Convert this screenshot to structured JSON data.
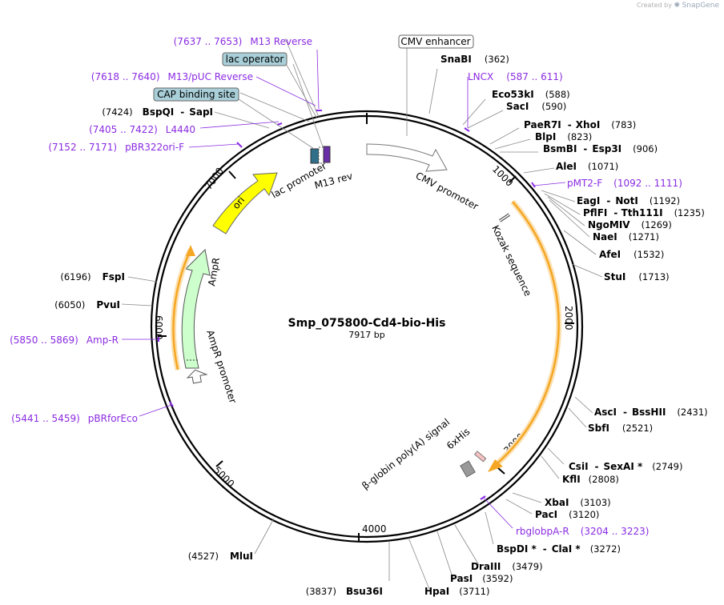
{
  "credit": {
    "prefix": "Created by",
    "brand": "SnapGene"
  },
  "plasmid": {
    "name": "Smp_075800-Cd4-bio-His",
    "size": "7917 bp"
  },
  "ticks": [
    "1000",
    "2000",
    "3000",
    "4000",
    "5000",
    "6000",
    "7000"
  ],
  "right_labels": [
    {
      "name": "SnaBI",
      "pos": "(362)"
    },
    {
      "name": "Eco53kI",
      "pos": "(588)"
    },
    {
      "name": "SacI",
      "pos": "(590)"
    },
    {
      "name": "PaeR7I",
      "sep": "-",
      "name2": "XhoI",
      "pos": "(783)"
    },
    {
      "name": "BlpI",
      "pos": "(823)"
    },
    {
      "name": "BsmBI",
      "sep": "-",
      "name2": "Esp3I",
      "pos": "(906)"
    },
    {
      "name": "AleI",
      "pos": "(1071)"
    },
    {
      "name": "EagI",
      "sep": "-",
      "name2": "NotI",
      "pos": "(1192)"
    },
    {
      "name": "PflFI",
      "sep": "-",
      "name2": "Tth111I",
      "pos": "(1235)"
    },
    {
      "name": "NgoMIV",
      "pos": "(1269)"
    },
    {
      "name": "NaeI",
      "pos": "(1271)"
    },
    {
      "name": "AfeI",
      "pos": "(1532)"
    },
    {
      "name": "StuI",
      "pos": "(1713)"
    },
    {
      "name": "AscI",
      "sep": "-",
      "name2": "BssHII",
      "pos": "(2431)"
    },
    {
      "name": "SbfI",
      "pos": "(2521)"
    },
    {
      "name": "CsiI",
      "sep": "-",
      "name2": "SexAI *",
      "pos": "(2749)"
    },
    {
      "name": "KflI",
      "pos": "(2808)"
    },
    {
      "name": "XbaI",
      "pos": "(3103)"
    },
    {
      "name": "PacI",
      "pos": "(3120)"
    },
    {
      "name": "BspDI *",
      "sep": "-",
      "name2": "ClaI *",
      "pos": "(3272)"
    },
    {
      "name": "DraIII",
      "pos": "(3479)"
    },
    {
      "name": "PasI",
      "pos": "(3592)"
    },
    {
      "name": "HpaI",
      "pos": "(3711)"
    }
  ],
  "left_labels": [
    {
      "pos": "(3837)",
      "name": "Bsu36I"
    },
    {
      "pos": "(4527)",
      "name": "MluI"
    },
    {
      "pos": "(6050)",
      "name": "PvuI"
    },
    {
      "pos": "(6196)",
      "name": "FspI"
    },
    {
      "pos": "(7424)",
      "name": "BspQI",
      "sep": "-",
      "name2": "SapI"
    }
  ],
  "primers": [
    {
      "range": "(7637 .. 7653)",
      "name": "M13 Reverse"
    },
    {
      "range": "(7618 .. 7640)",
      "name": "M13/pUC Reverse"
    },
    {
      "range": "(7405 .. 7422)",
      "name": "L4440"
    },
    {
      "range": "(7152 .. 7171)",
      "name": "pBR322ori-F"
    },
    {
      "range": "(5850 .. 5869)",
      "name": "Amp-R"
    },
    {
      "range": "(5441 .. 5459)",
      "name": "pBRforEco"
    },
    {
      "name": "LNCX",
      "range": "(587 .. 611)"
    },
    {
      "name": "pMT2-F",
      "range": "(1092 .. 1111)"
    },
    {
      "name": "rbglobpA-R",
      "range": "(3204 .. 3223)"
    }
  ],
  "boxed_labels": [
    "CMV enhancer",
    "lac operator",
    "CAP binding site"
  ],
  "features": {
    "cmv_promoter": "CMV promoter",
    "kozak": "Kozak sequence",
    "his": "6xHis",
    "globin": "β-globin poly(A) signal",
    "ori": "ori",
    "lac_promoter": "lac promoter",
    "m13_rev": "M13 rev",
    "ampr": "AmpR",
    "ampr_promoter": "AmpR promoter"
  },
  "colors": {
    "ori": "#ffff00",
    "ampr": "#ccffcc",
    "orf": "#f5a623",
    "primer": "#8a2be2",
    "boxed": "#a9cfd9"
  }
}
